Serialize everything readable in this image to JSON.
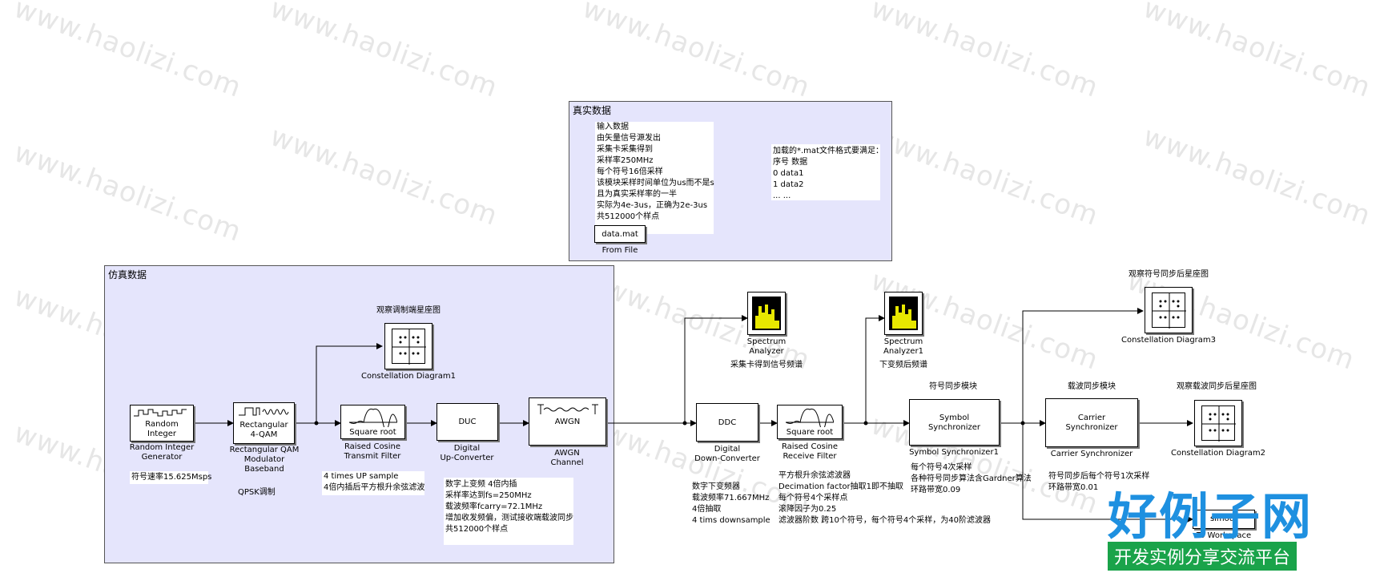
{
  "watermark": "www.haolizi.com",
  "colors": {
    "area_bg": "#e5e5fc",
    "wire": "#000000",
    "logo_blue": "#1e90e0",
    "logo_green": "#1aa34a"
  },
  "areas": {
    "real": {
      "title": "真实数据"
    },
    "sim": {
      "title": "仿真数据"
    }
  },
  "real_notes": {
    "lines": [
      "输入数据",
      "由矢量信号源发出",
      "采集卡采集得到",
      "采样率250MHz",
      "每个符号16倍采样",
      "该模块采样时间单位为us而不是s",
      "且为真实采样率的一半",
      "实际为4e-3us，正确为2e-3us",
      "共512000个样点"
    ],
    "mat_lines": [
      "加载的*.mat文件格式要满足：",
      "序号      数据",
      "  0        data1",
      "  1        data2",
      "  ...        ..."
    ]
  },
  "blocks": {
    "from_file": {
      "text": "data.mat",
      "label": "From File"
    },
    "random_integer": {
      "text1": "Random",
      "text2": "Integer",
      "label1": "Random Integer",
      "label2": "Generator"
    },
    "qam": {
      "text1": "Rectangular",
      "text2": "4-QAM",
      "label1": "Rectangular QAM",
      "label2": "Modulator",
      "label3": "Baseband"
    },
    "cd1": {
      "title": "观察调制端星座图",
      "label": "Constellation Diagram1"
    },
    "rc_tx": {
      "text": "Square root",
      "label1": "Raised Cosine",
      "label2": "Transmit Filter"
    },
    "duc": {
      "text": "DUC",
      "label1": "Digital",
      "label2": "Up-Converter"
    },
    "awgn": {
      "text": "AWGN",
      "label1": "AWGN",
      "label2": "Channel"
    },
    "sa": {
      "label1": "Spectrum",
      "label2": "Analyzer",
      "note": "采集卡得到信号频谱"
    },
    "ddc": {
      "text": "DDC",
      "label1": "Digital",
      "label2": "Down-Converter"
    },
    "rc_rx": {
      "text": "Square root",
      "label1": "Raised Cosine",
      "label2": "Receive Filter"
    },
    "sa1": {
      "label1": "Spectrum",
      "label2": "Analyzer1",
      "note": "下变频后频谱"
    },
    "sym": {
      "title": "符号同步模块",
      "text1": "Symbol",
      "text2": "Synchronizer",
      "label": "Symbol Synchronizer1"
    },
    "carrier": {
      "title": "载波同步模块",
      "text1": "Carrier",
      "text2": "Synchronizer",
      "label": "Carrier Synchronizer"
    },
    "cd3": {
      "title": "观察符号同步后星座图",
      "label": "Constellation Diagram3"
    },
    "cd2": {
      "title": "观察载波同步后星座图",
      "label": "Constellation Diagram2"
    },
    "simout": {
      "text": "simout",
      "label": "To Workspace"
    }
  },
  "notes": {
    "symbol_rate": "符号速率15.625Msps",
    "qpsk": "QPSK调制",
    "tx_filter": [
      "4 times UP sample",
      "4倍内插后平方根升余弦滤波"
    ],
    "duc": [
      "数字上变频 4倍内插",
      "采样率达到fs=250MHz",
      "载波频率fcarry=72.1MHz",
      "增加收发频偏，测试接收端载波同步",
      "共512000个样点"
    ],
    "ddc": [
      "数字下变频器",
      "载波频率71.667MHz",
      "4倍抽取",
      "4 tims downsample"
    ],
    "rx_filter": [
      "平方根升余弦滤波器",
      "Decimation factor抽取1即不抽取",
      "每个符号4个采样点",
      "滚降因子为0.25",
      "滤波器阶数 跨10个符号，每个符号4个采样，为40阶滤波器"
    ],
    "sym": [
      "每个符号4次采样",
      "各种符号同步算法含Gardner算法",
      "环路带宽0.09"
    ],
    "carrier": [
      "符号同步后每个符号1次采样",
      "环路带宽0.01"
    ]
  },
  "logo": {
    "main": "好例子网",
    "sub": "开发实例分享交流平台"
  }
}
